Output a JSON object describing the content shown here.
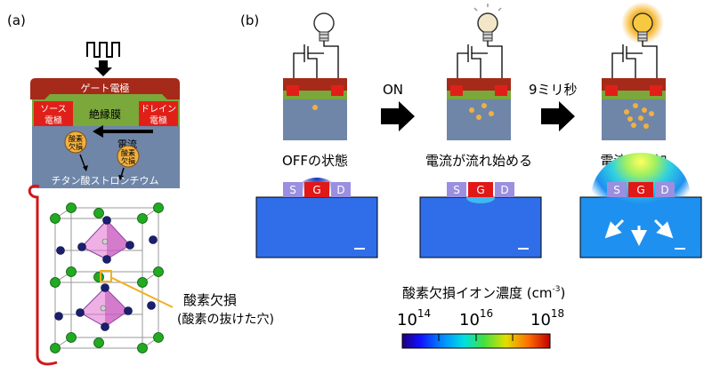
{
  "panel_a": {
    "label": "(a)",
    "gate": "ゲート電極",
    "source_line1": "ソース",
    "source_line2": "電極",
    "insulator": "絶縁膜",
    "drain_line1": "ドレイン",
    "drain_line2": "電極",
    "current": "電流",
    "vacancy_line1": "酸素",
    "vacancy_line2": "欠損",
    "substrate": "チタン酸ストロンチウム",
    "callout_line1": "酸素欠損",
    "callout_line2": "(酸素の抜けた穴)"
  },
  "panel_b": {
    "label": "(b)",
    "arrow1": "ON",
    "arrow2": "9ミリ秒",
    "state1": "OFFの状態",
    "state2": "電流が流れ始める",
    "state3": "電流が増加",
    "electrode_s": "S",
    "electrode_g": "G",
    "electrode_d": "D"
  },
  "colorbar": {
    "title": "酸素欠損イオン濃度 (cm",
    "title_sup": "-3",
    "title_end": ")",
    "base": "10",
    "exp_min": "14",
    "exp_mid": "16",
    "exp_max": "18"
  },
  "colors": {
    "gate": "#a52a1a",
    "insulator": "#7aa83a",
    "electrode": "#e02018",
    "substrate": "#6f86a8",
    "vacancy_dot": "#f0b040",
    "map_bg": "#2f6ee8",
    "electrode_side": "#9b8fe0",
    "electrode_gate": "#e01818",
    "sphere_green": "#22aa22",
    "sphere_navy": "#1a2070",
    "octa": "#e070d0",
    "callout": "#f0b020",
    "bracket": "#d01818"
  }
}
